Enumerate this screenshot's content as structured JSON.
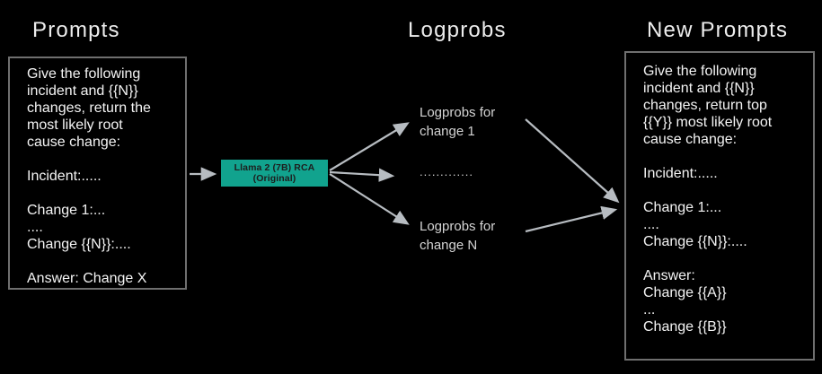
{
  "canvas": {
    "background": "#000000",
    "arrow_color": "#b7bcc1"
  },
  "headers": {
    "prompts": "Prompts",
    "logprobs": "Logprobs",
    "new_prompts": "New Prompts"
  },
  "prompt_box": {
    "lines": [
      "Give the following",
      "incident and {{N}}",
      "changes, return the",
      "most likely root",
      "cause change:",
      "",
      "Incident:.....",
      "",
      "Change 1:...",
      "....",
      "Change {{N}}:....",
      "",
      "Answer: Change X"
    ]
  },
  "model_node": {
    "line1": "Llama 2 (7B) RCA",
    "line2": "(Original)",
    "bg_color": "#11a38e",
    "text_color": "#1d1d1d"
  },
  "logprob_items": {
    "item1_line1": "Logprobs for",
    "item1_line2": "change 1",
    "dots": ".............",
    "itemN_line1": "Logprobs for",
    "itemN_line2": "change N"
  },
  "new_prompt_box": {
    "lines": [
      "Give the following",
      "incident and {{N}}",
      "changes, return top",
      "{{Y}} most likely root",
      "cause change:",
      "",
      "Incident:.....",
      "",
      "Change 1:...",
      "....",
      "Change {{N}}:....",
      "",
      "Answer:",
      "Change {{A}}",
      "...",
      "Change {{B}}"
    ]
  }
}
